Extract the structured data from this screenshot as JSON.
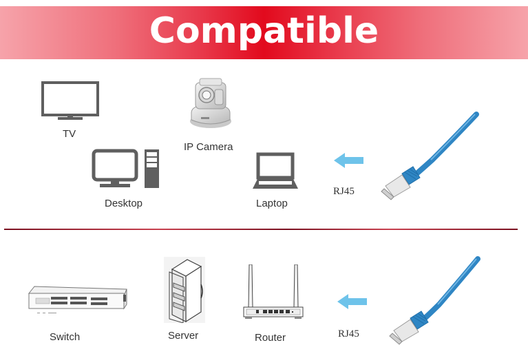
{
  "banner": {
    "title": "Compatible",
    "color_center": "#e20a1d",
    "color_edge": "#f6a3aa"
  },
  "top_section": {
    "devices": [
      {
        "label": "TV",
        "icon": "tv-icon"
      },
      {
        "label": "IP Camera",
        "icon": "ip-camera-icon"
      },
      {
        "label": "Desktop",
        "icon": "desktop-icon"
      },
      {
        "label": "Laptop",
        "icon": "laptop-icon"
      }
    ],
    "connector": {
      "label": "RJ45",
      "arrow_icon": "arrow-left-icon",
      "cable_icon": "ethernet-cable-icon"
    }
  },
  "bottom_section": {
    "devices": [
      {
        "label": "Switch",
        "icon": "switch-icon"
      },
      {
        "label": "Server",
        "icon": "server-icon"
      },
      {
        "label": "Router",
        "icon": "router-icon"
      }
    ],
    "connector": {
      "label": "RJ45",
      "arrow_icon": "arrow-left-icon",
      "cable_icon": "ethernet-cable-icon"
    }
  },
  "colors": {
    "icon_gray": "#5f5f5f",
    "arrow_blue": "#6ec3ea",
    "cable_blue": "#2f86c4",
    "divider": "#8a1424"
  }
}
